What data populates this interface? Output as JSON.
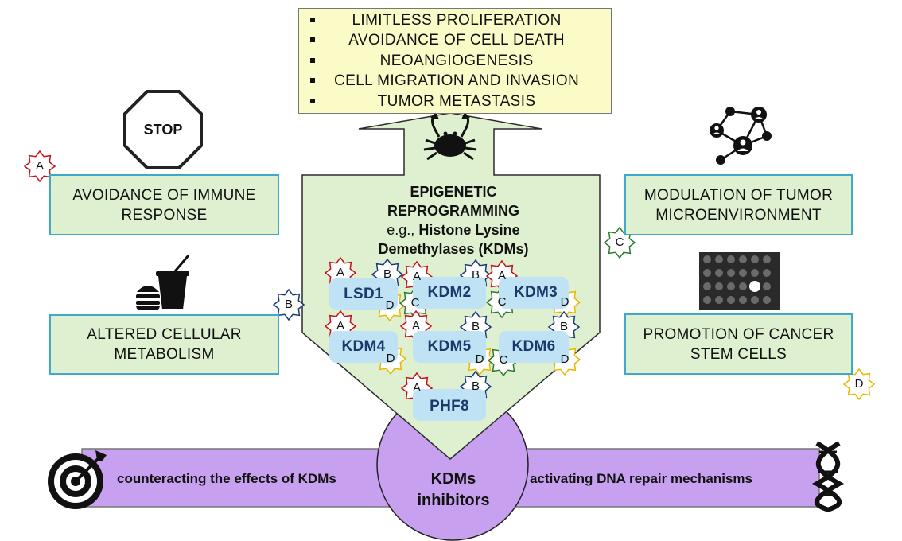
{
  "hallmarks": [
    "LIMITLESS PROLIFERATION",
    "AVOIDANCE OF CELL DEATH",
    "NEOANGIOGENESIS",
    "CELL MIGRATION AND INVASION",
    "TUMOR METASTASIS"
  ],
  "center": {
    "title_line1": "EPIGENETIC",
    "title_line2": "REPROGRAMMING",
    "eg": "e.g.,",
    "subtitle_line1": "Histone Lysine",
    "subtitle_line2": "Demethylases (KDMs)"
  },
  "left_boxes": {
    "immune": "AVOIDANCE OF IMMUNE RESPONSE",
    "metabolism": "ALTERED CELLULAR METABOLISM"
  },
  "right_boxes": {
    "microenvironment": "MODULATION OF TUMOR MICROENVIRONMENT",
    "stem_cells": "PROMOTION OF CANCER STEM CELLS"
  },
  "stop_sign": "STOP",
  "kdms": [
    {
      "name": "LSD1",
      "badges": [
        "A",
        "B",
        "D"
      ]
    },
    {
      "name": "KDM2",
      "badges": [
        "A",
        "B",
        "C"
      ]
    },
    {
      "name": "KDM3",
      "badges": [
        "A",
        "C",
        "D"
      ]
    },
    {
      "name": "KDM4",
      "badges": [
        "A",
        "D"
      ]
    },
    {
      "name": "KDM5",
      "badges": [
        "A",
        "B",
        "D"
      ]
    },
    {
      "name": "KDM6",
      "badges": [
        "B",
        "C",
        "D"
      ]
    },
    {
      "name": "PHF8",
      "badges": [
        "A",
        "B"
      ]
    }
  ],
  "badge_colors": {
    "A": "#c0141c",
    "B": "#1a3a7a",
    "C": "#2e7a2e",
    "D": "#e8b800"
  },
  "section_badges": {
    "immune": "A",
    "metabolism": "B",
    "microenvironment": "C",
    "stem_cells": "D"
  },
  "bottom_bar": {
    "left_text": "counteracting the effects of KDMs",
    "right_text": "activating DNA repair mechanisms",
    "center_line1": "KDMs",
    "center_line2": "inhibitors"
  },
  "colors": {
    "green_fill": "#dff0d0",
    "blue_border": "#3fa9c8",
    "yellow_fill": "#fbfbc8",
    "purple_fill": "#c8a0f0",
    "pill_fill": "#bfe3f5",
    "kdm_text": "#1b3a6b"
  },
  "icons": [
    "stop-sign-icon",
    "crab-icon",
    "network-people-icon",
    "fast-food-icon",
    "light-bulbs-icon",
    "target-icon",
    "dna-icon"
  ]
}
